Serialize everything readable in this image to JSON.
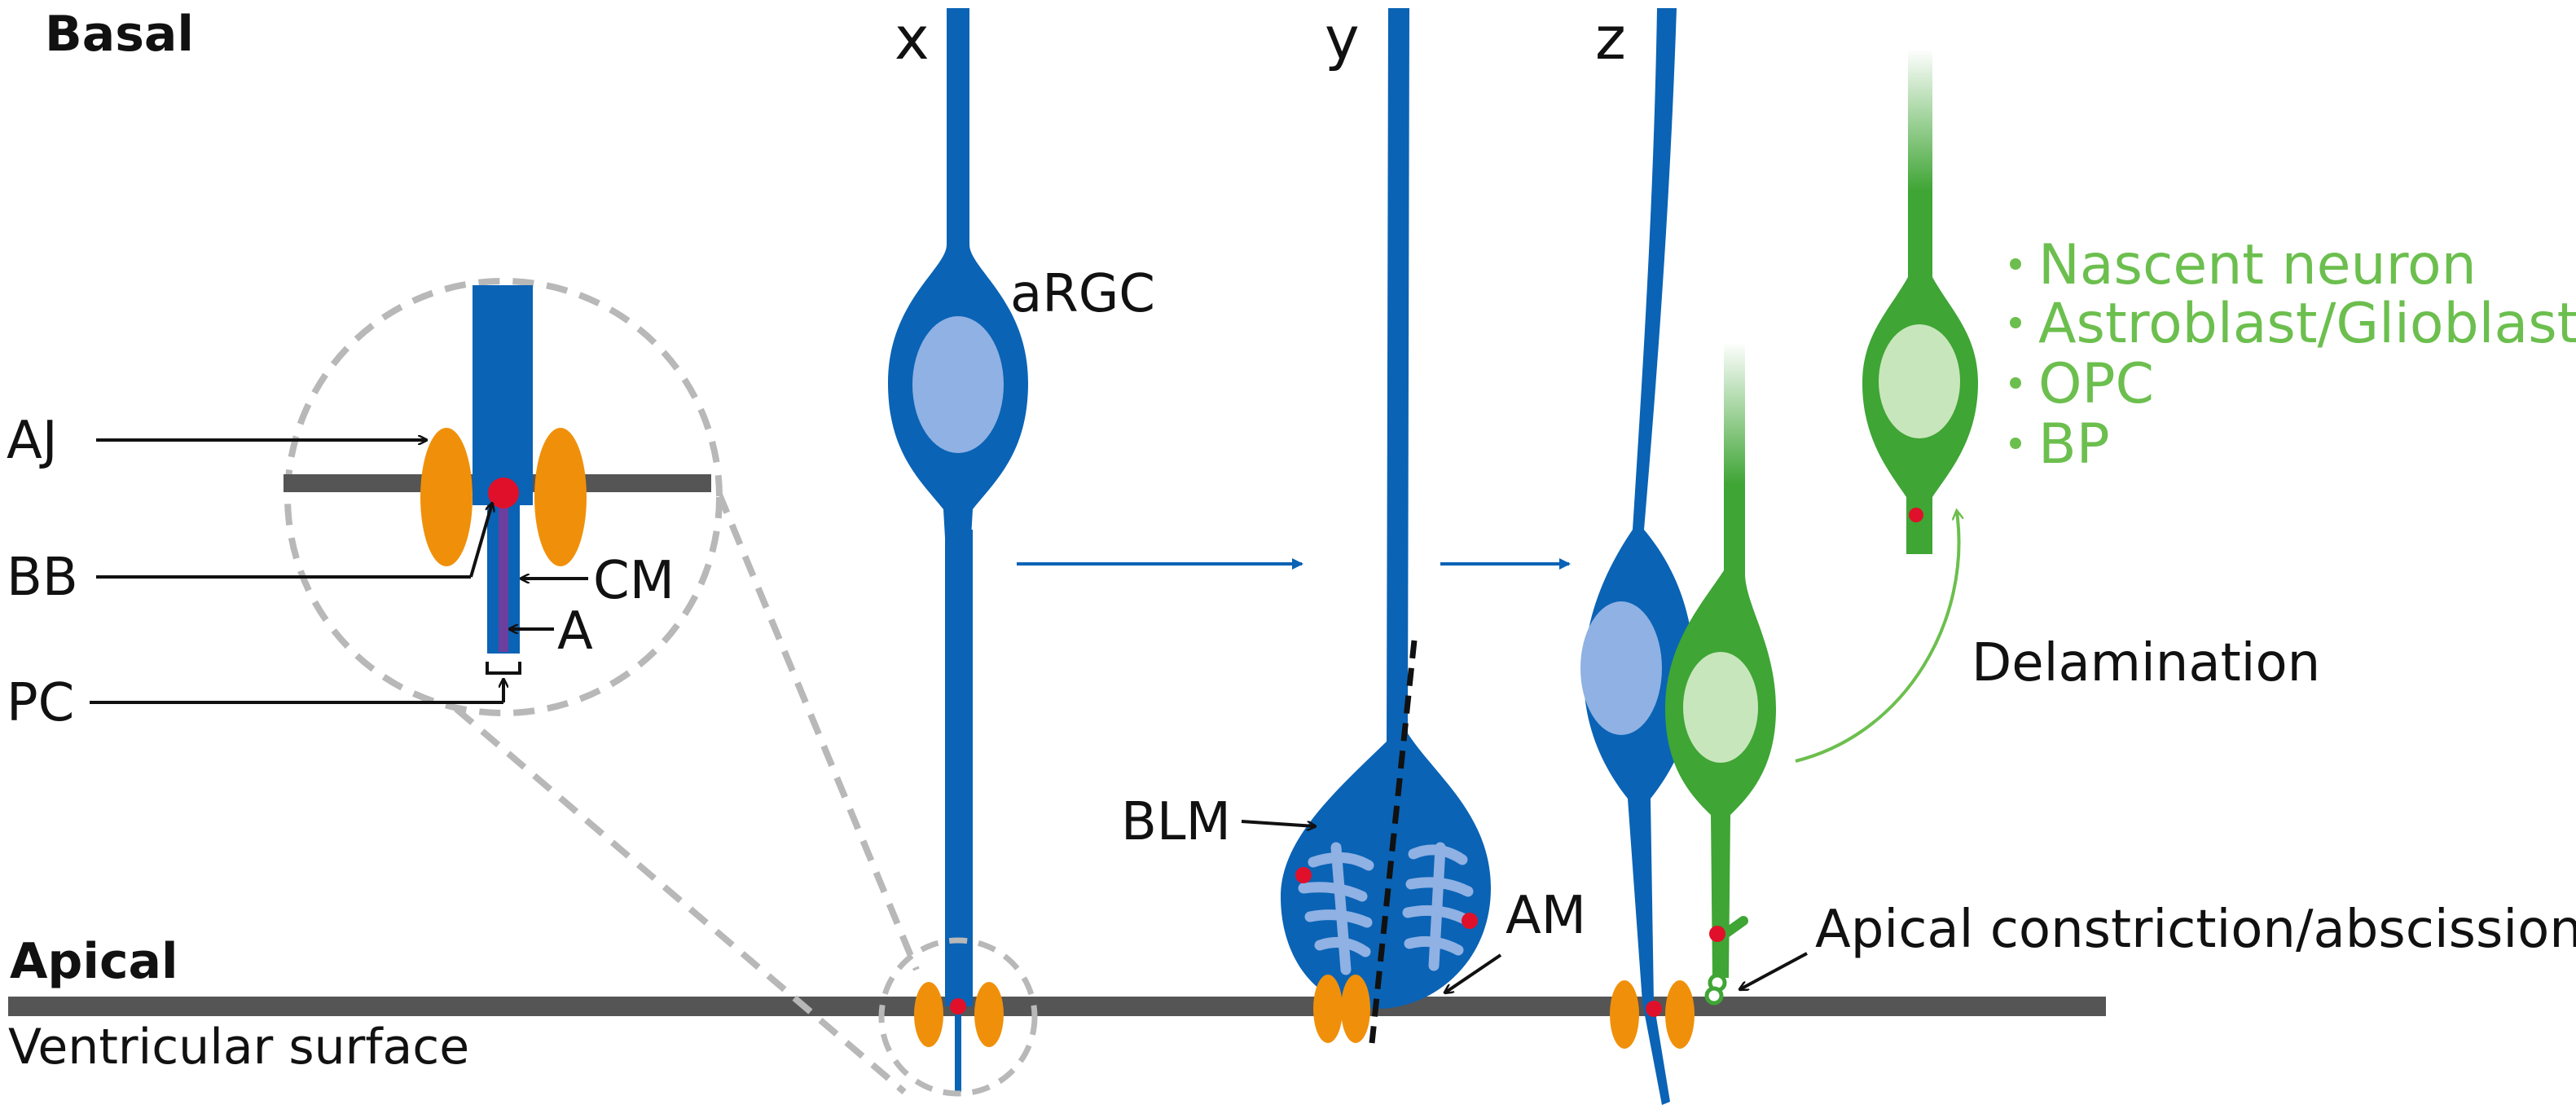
{
  "labels": {
    "basal": "Basal",
    "apical": "Apical",
    "ventricular_surface": "Ventricular surface",
    "stage_x": "x",
    "stage_y": "y",
    "stage_z": "z",
    "argc": "aRGC",
    "blm": "BLM",
    "am": "AM",
    "apical_constriction": "Apical constriction/abscission",
    "delamination": "Delamination"
  },
  "inset": {
    "aj": "AJ",
    "bb": "BB",
    "cm": "CM",
    "a": "A",
    "pc": "PC"
  },
  "fates": [
    "Nascent neuron",
    "Astroblast/Glioblast",
    "OPC",
    "BP"
  ],
  "colors": {
    "argc_blue": "#0a63b5",
    "nucleus_blue": "#8fb1e3",
    "neuron_green": "#3fa535",
    "nucleus_green": "#c8e6bb",
    "junction_orange": "#f0900a",
    "basal_body_red": "#e0102a",
    "surface_gray": "#555555",
    "fate_text_green": "#6cbf4e"
  }
}
